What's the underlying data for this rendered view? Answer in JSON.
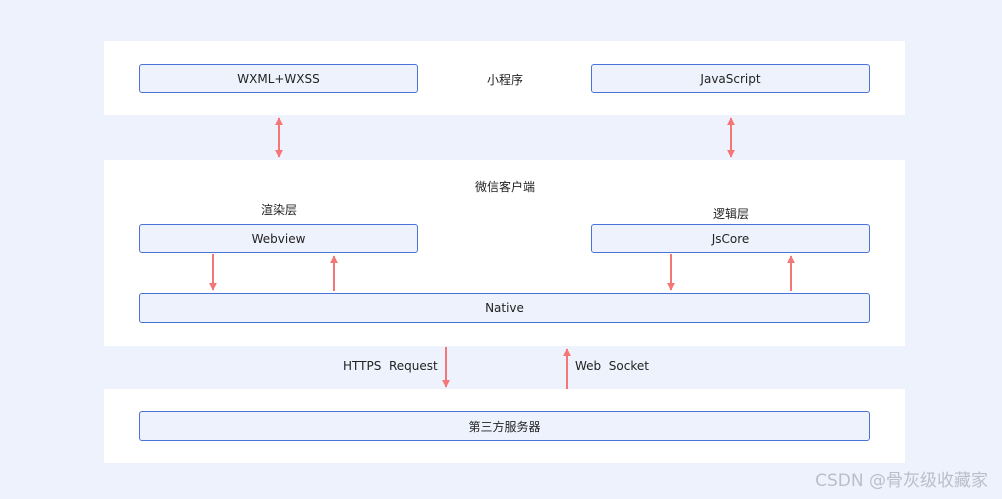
{
  "colors": {
    "background": "#eef2fc",
    "panel": "#ffffff",
    "box_fill": "#eef2fc",
    "box_border": "#4a73d6",
    "arrow": "#f47676"
  },
  "mini_program": {
    "title": "小程序",
    "left_box": "WXML+WXSS",
    "right_box": "JavaScript"
  },
  "wechat_client": {
    "title": "微信客户端",
    "render_layer_label": "渲染层",
    "logic_layer_label": "逻辑层",
    "webview_box": "Webview",
    "jscore_box": "JsCore",
    "native_box": "Native"
  },
  "network": {
    "request_label": "HTTPS  Request",
    "socket_label": "Web  Socket"
  },
  "server": {
    "box": "第三方服务器"
  },
  "watermark": "CSDN @骨灰级收藏家"
}
